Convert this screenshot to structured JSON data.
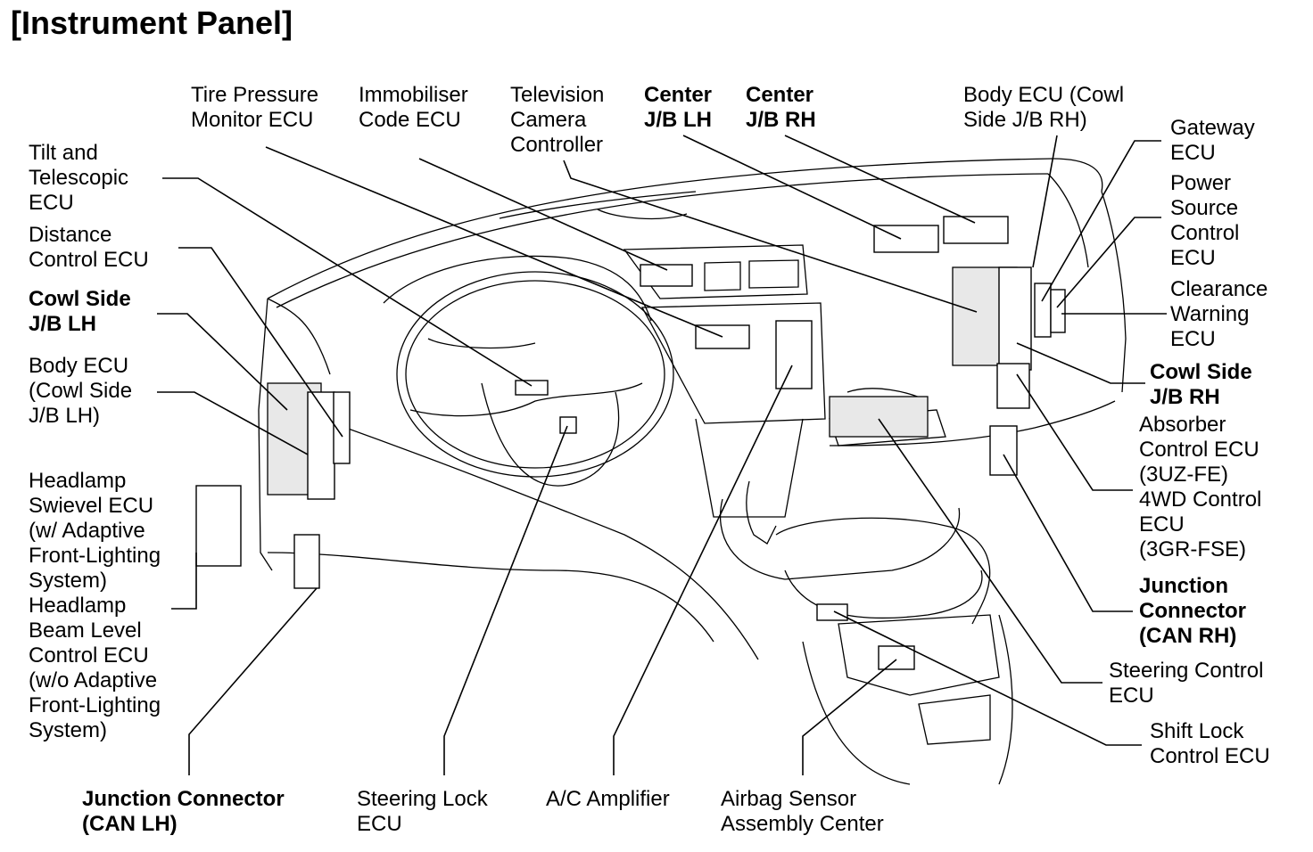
{
  "title": "[Instrument Panel]",
  "labels": {
    "tire_pressure": "Tire Pressure\nMonitor ECU",
    "immobiliser": "Immobiliser\nCode ECU",
    "television": "Television\nCamera\nController",
    "center_jb_lh": "Center\nJ/B LH",
    "center_jb_rh": "Center\nJ/B RH",
    "body_ecu_rh": "Body ECU (Cowl\nSide J/B RH)",
    "gateway": "Gateway\nECU",
    "power_source": "Power\nSource\nControl\nECU",
    "clearance": "Clearance\nWarning\nECU",
    "cowl_side_rh": "Cowl Side\nJ/B RH",
    "absorber": "Absorber\nControl ECU\n(3UZ-FE)\n4WD Control\nECU\n(3GR-FSE)",
    "junction_can_rh": "Junction\nConnector\n(CAN RH)",
    "steering_control": "Steering Control\nECU",
    "shift_lock": "Shift Lock\nControl ECU",
    "tilt_telescopic": "Tilt and\nTelescopic\nECU",
    "distance_control": "Distance\nControl ECU",
    "cowl_side_lh": "Cowl Side\nJ/B LH",
    "body_ecu_lh": "Body ECU\n(Cowl Side\nJ/B LH)",
    "headlamp_swivel": "Headlamp\nSwievel ECU\n(w/ Adaptive\nFront-Lighting\nSystem)\nHeadlamp\nBeam Level\nControl ECU\n(w/o Adaptive\nFront-Lighting\nSystem)",
    "junction_can_lh": "Junction Connector\n(CAN LH)",
    "steering_lock": "Steering Lock\nECU",
    "ac_amplifier": "A/C Amplifier",
    "airbag_sensor": "Airbag Sensor\nAssembly Center"
  }
}
